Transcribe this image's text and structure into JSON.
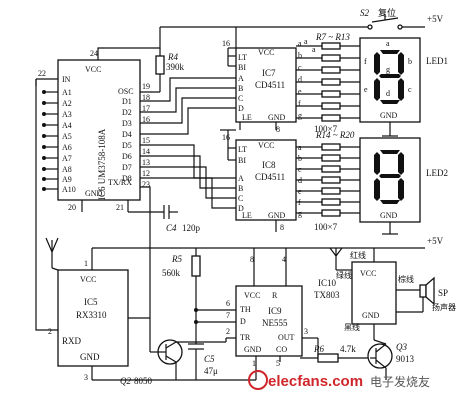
{
  "supply": {
    "plus5v": "+5V",
    "gnd": "GND",
    "vcc": "VCC"
  },
  "switch": {
    "ref": "S2",
    "label": "复位"
  },
  "ic6": {
    "ref": "IC6 UM3758-108A",
    "pins_left": [
      "IN",
      "A1",
      "A2",
      "A3",
      "A4",
      "A5",
      "A6",
      "A7",
      "A8",
      "A9",
      "A10"
    ],
    "pins_right": [
      "OSC",
      "D1",
      "D2",
      "D3",
      "D4",
      "D5",
      "D6",
      "D7",
      "D8",
      "TX/RX"
    ],
    "pin_nums_right": [
      "19",
      "18",
      "17",
      "16",
      "15",
      "14",
      "13",
      "12",
      "23"
    ],
    "gnd": "GND",
    "num24": "24",
    "num22": "22",
    "num20": "20",
    "num21": "21"
  },
  "r4": {
    "ref": "R4",
    "value": "390k"
  },
  "c4": {
    "ref": "C4",
    "value": "120p"
  },
  "ic7": {
    "ref": "IC7",
    "part": "CD4511",
    "left_pins": [
      "LT",
      "BI",
      "A",
      "B",
      "C",
      "D",
      "LE"
    ],
    "right_pins": [
      "a",
      "b",
      "c",
      "d",
      "e",
      "f",
      "g"
    ],
    "pin16": "16",
    "pin8": "8"
  },
  "ic8": {
    "ref": "IC8",
    "part": "CD4511",
    "left_pins": [
      "LT",
      "BI",
      "A",
      "B",
      "C",
      "D",
      "LE"
    ],
    "right_pins": [
      "a",
      "b",
      "c",
      "d",
      "e",
      "f",
      "g"
    ],
    "pin16": "16",
    "pin8": "8"
  },
  "r7_13": {
    "ref": "R7 ~ R13",
    "value": "100×7"
  },
  "r14_20": {
    "ref": "R14 ~ R20",
    "value": "100×7"
  },
  "led1": {
    "ref": "LED1",
    "segs": [
      "a",
      "b",
      "c",
      "d",
      "e",
      "f",
      "g"
    ],
    "gnd": "GND"
  },
  "led2": {
    "ref": "LED2",
    "gnd": "GND"
  },
  "ic5": {
    "ref": "IC5",
    "part": "RX3310",
    "rxd": "RXD",
    "gnd": "GND",
    "vcc": "VCC",
    "p1": "1",
    "p2": "2",
    "p3": "3"
  },
  "r5": {
    "ref": "R5",
    "value": "560k"
  },
  "c5": {
    "ref": "C5",
    "value": "47μ"
  },
  "q2": {
    "ref": "Q2",
    "part": "8050"
  },
  "ic9": {
    "ref": "IC9",
    "part": "NE555",
    "pins": [
      "VCC",
      "R",
      "TH",
      "D",
      "TR",
      "GND",
      "CO",
      "OUT"
    ],
    "nums": [
      "8",
      "4",
      "6",
      "7",
      "2",
      "1",
      "5",
      "3"
    ]
  },
  "r6": {
    "ref": "R6",
    "value": "4.7k"
  },
  "ic10": {
    "ref": "IC10",
    "part": "TX803",
    "vcc": "VCC",
    "gnd": "GND",
    "red": "红线",
    "green": "绿线",
    "black": "黑线",
    "brown": "棕线"
  },
  "q3": {
    "ref": "Q3",
    "part": "9013"
  },
  "speaker": {
    "ref": "SP",
    "label": "扬声器"
  },
  "watermark": {
    "text": "elecfans.com",
    "cn": "电子发烧友"
  },
  "colors": {
    "line": "#111111",
    "watermark_red": "#d0262b",
    "watermark_grey": "#777777"
  }
}
